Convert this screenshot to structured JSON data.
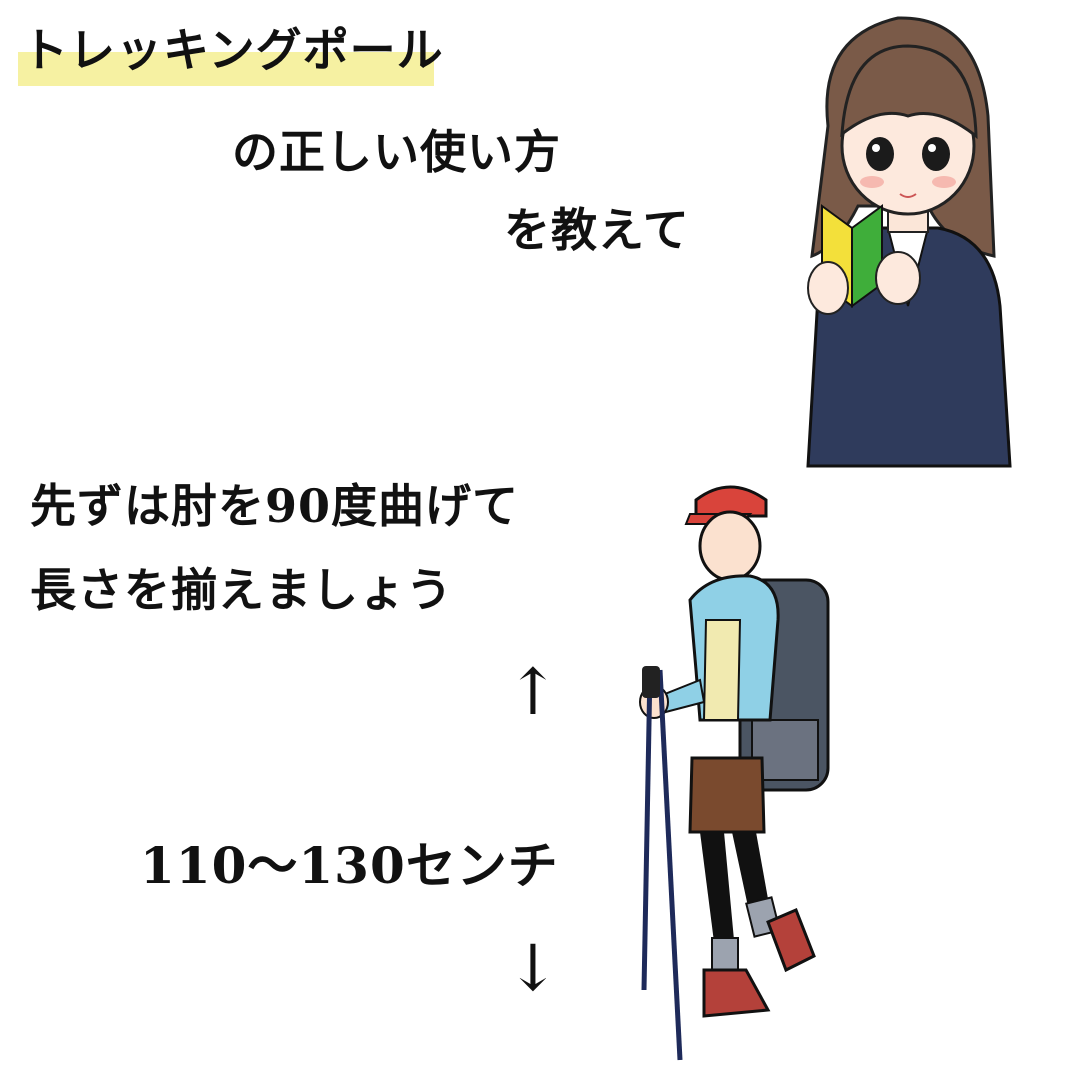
{
  "heading": {
    "line1": "トレッキングポール",
    "line2": "の正しい使い方",
    "line3": "を教えて"
  },
  "instruction": {
    "line1": "先ずは肘を90度曲げて",
    "line2": "長さを揃えましょう"
  },
  "measurement": {
    "range": "110〜130センチ",
    "arrow_up": "↑",
    "arrow_down": "↓"
  },
  "colors": {
    "highlight": "#f6f1a2",
    "suit": "#2f3b5c",
    "cap": "#d9443b",
    "jacket": "#8fd0e6",
    "shorts": "#7a4a2e",
    "beginner_mark_yellow": "#f3e03a",
    "beginner_mark_green": "#3fae3a"
  }
}
